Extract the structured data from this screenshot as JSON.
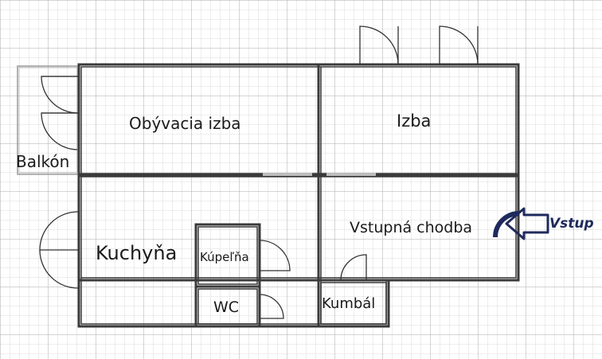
{
  "rooms": {
    "balkon": "Balkón",
    "obyvacia": "Obývacia izba",
    "izba": "Izba",
    "kuchyna": "Kuchyňa",
    "kupelna": "Kúpeľňa",
    "wc": "WC",
    "chodba": "Vstupná chodba",
    "kumbal": "Kumbál"
  },
  "entrance": {
    "label": "Vstup",
    "icon": "entrance-arrow-icon",
    "color": "#1f2a5c"
  },
  "colors": {
    "grid_minor": "#cfcfcf",
    "grid_major": "#a9a9a9",
    "wall": "#3a3a3a"
  }
}
